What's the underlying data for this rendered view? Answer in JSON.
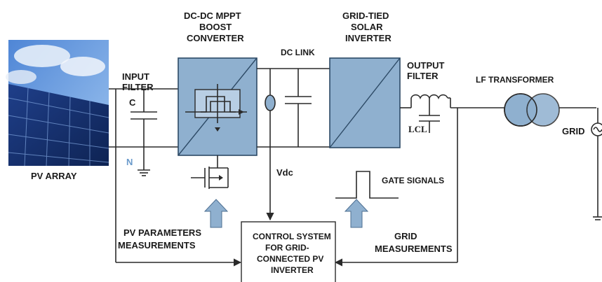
{
  "labels": {
    "pv_array": "PV ARRAY",
    "input_filter_line1": "INPUT",
    "input_filter_line2": "FILTER",
    "cap_c": "C",
    "node_n": "N",
    "boost_line1": "DC-DC MPPT",
    "boost_line2": "BOOST",
    "boost_line3": "CONVERTER",
    "dc_link": "DC LINK",
    "inverter_line1": "GRID-TIED",
    "inverter_line2": "SOLAR",
    "inverter_line3": "INVERTER",
    "output_filter_line1": "OUTPUT",
    "output_filter_line2": "FILTER",
    "lcl": "LCL",
    "transformer": "LF TRANSFORMER",
    "grid": "GRID",
    "vdc": "Vdc",
    "gate_signals": "GATE SIGNALS",
    "pv_params_line1": "PV PARAMETERS",
    "pv_params_line2": "MEASUREMENTS",
    "grid_meas_line1": "GRID",
    "grid_meas_line2": "MEASUREMENTS",
    "control_line1": "CONTROL SYSTEM",
    "control_line2": "FOR GRID-",
    "control_line3": "CONNECTED PV",
    "control_line4": "INVERTER"
  },
  "colors": {
    "block_fill": "#8fb0cf",
    "arrow_fill": "#8fb0cf",
    "wire": "#2a2a2a"
  },
  "icons": [
    "solar-panel-icon",
    "capacitor-icon",
    "ground-icon",
    "hysteresis-icon",
    "mosfet-icon",
    "current-sensor-icon",
    "inductor-icon",
    "transformer-icon",
    "ac-source-icon",
    "pulse-icon"
  ]
}
